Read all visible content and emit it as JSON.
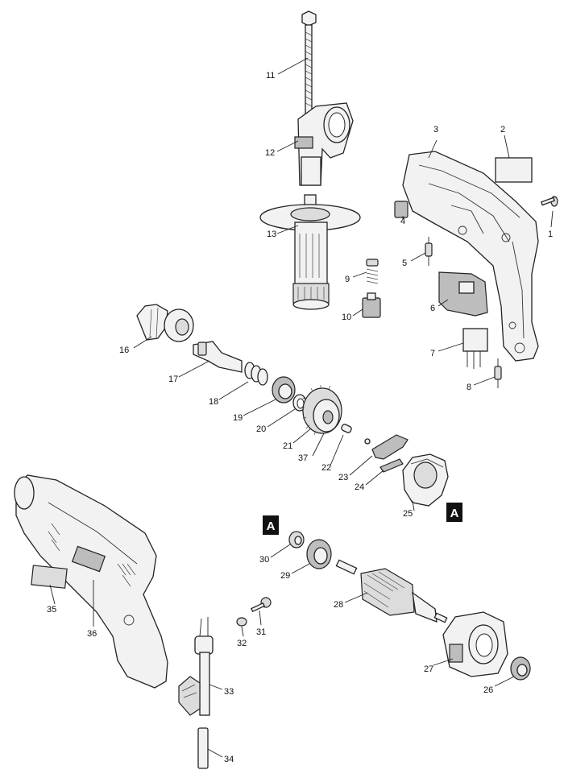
{
  "parts": [
    {
      "number": "1"
    },
    {
      "number": "2"
    },
    {
      "number": "3"
    },
    {
      "number": "4"
    },
    {
      "number": "5"
    },
    {
      "number": "6"
    },
    {
      "number": "7"
    },
    {
      "number": "8"
    },
    {
      "number": "9"
    },
    {
      "number": "10"
    },
    {
      "number": "11"
    },
    {
      "number": "12"
    },
    {
      "number": "13"
    },
    {
      "number": "16"
    },
    {
      "number": "17"
    },
    {
      "number": "18"
    },
    {
      "number": "19"
    },
    {
      "number": "20"
    },
    {
      "number": "21"
    },
    {
      "number": "22"
    },
    {
      "number": "23"
    },
    {
      "number": "24"
    },
    {
      "number": "25"
    },
    {
      "number": "26"
    },
    {
      "number": "27"
    },
    {
      "number": "28"
    },
    {
      "number": "29"
    },
    {
      "number": "30"
    },
    {
      "number": "31"
    },
    {
      "number": "32"
    },
    {
      "number": "33"
    },
    {
      "number": "34"
    },
    {
      "number": "35"
    },
    {
      "number": "36"
    },
    {
      "number": "37"
    }
  ],
  "reference_markers": [
    {
      "letter": "A"
    },
    {
      "letter": "A"
    }
  ],
  "colors": {
    "line": "#222222",
    "fill_light": "#f2f2f2",
    "fill_dark": "#bdbdbd",
    "marker_bg": "#111111"
  }
}
